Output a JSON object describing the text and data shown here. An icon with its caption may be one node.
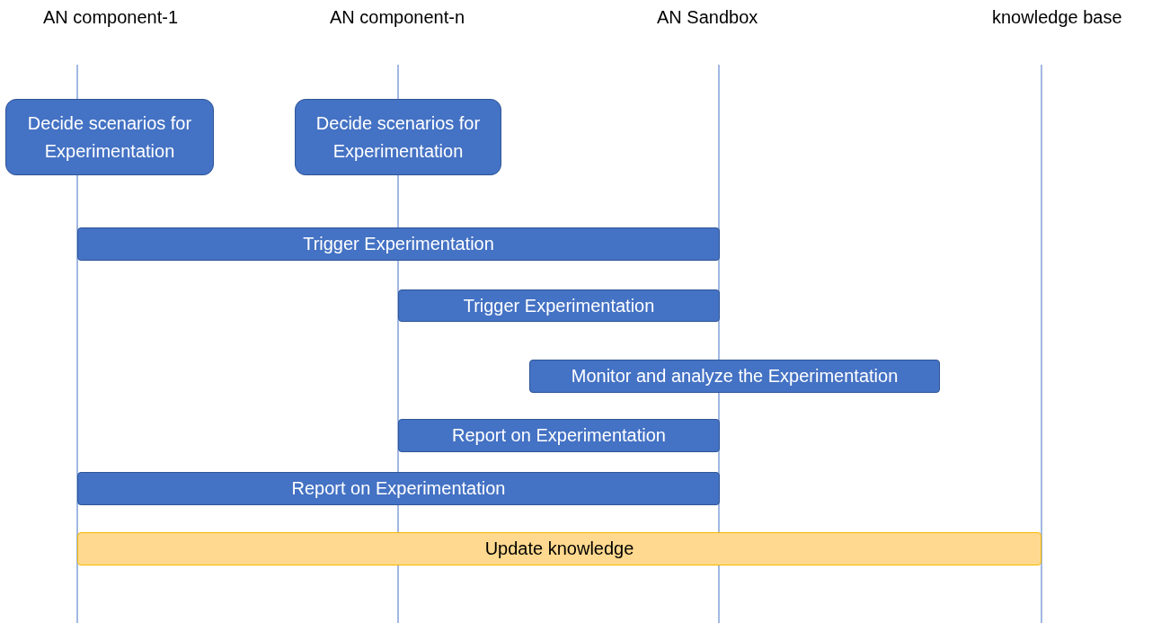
{
  "diagram": {
    "nodes": [
      {
        "text": [
          "Decide scenarios for Experimentation"
        ]
      },
      {
        "text": [
          "Decide scenarios for Experimentation"
        ]
      },
      {
        "text": [
          "Trigger Experimentation"
        ]
      },
      {
        "text": [
          "Trigger Experimentation"
        ]
      },
      {
        "text": [
          "Monitor and analyze the Experimentation"
        ]
      },
      {
        "text": [
          "Report on Experimentation"
        ]
      },
      {
        "text": [
          "Report on Experimentation"
        ]
      },
      {
        "text": [
          "Update knowledge"
        ]
      }
    ],
    "labels": [
      "AN component-1",
      "AN component-n",
      "AN Sandbox",
      "knowledge base"
    ]
  }
}
